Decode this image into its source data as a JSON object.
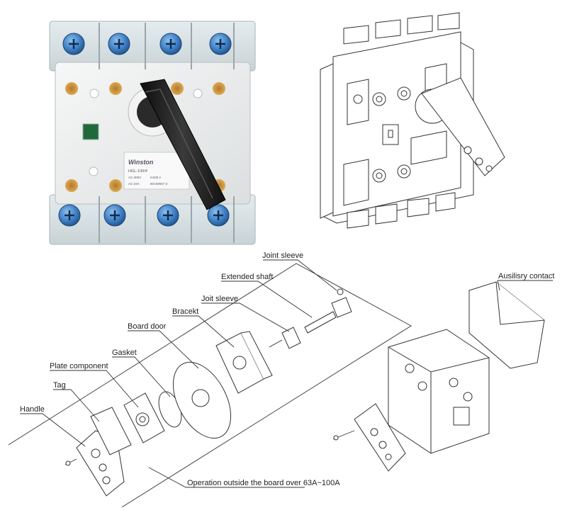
{
  "photo": {
    "brand": "Winston",
    "model": "HGL-100/4",
    "rating_v": "AC-400V",
    "rating_a": "In100 A",
    "rating_b": "AC-23A",
    "std": "IEC60947-3"
  },
  "labels": {
    "joint_sleeve_top": "Joint sleeve",
    "extended_shaft": "Extended shaft",
    "joit_sleeve": "Joit sleeve",
    "bracket": "Bracekt",
    "board_door": "Board door",
    "gasket": "Gasket",
    "plate_component": "Plate component",
    "tag": "Tag",
    "handle": "Handle",
    "auxiliary_contact": "Ausilisry contact",
    "operation_note": "Operation outside the board over 63A~100A"
  },
  "colors": {
    "screw_blue": "#3d7fc4",
    "body_white": "#eef0f0",
    "handle_black": "#1b1b1b",
    "hole_amber": "#d9a049",
    "indicator_green": "#1f6a3a"
  }
}
